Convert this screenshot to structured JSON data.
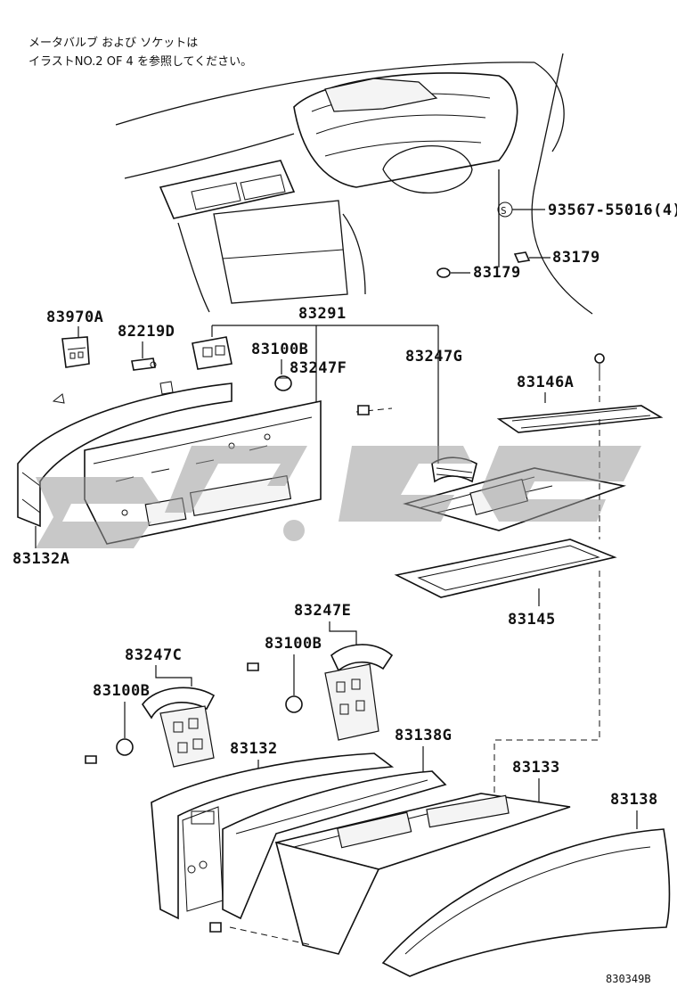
{
  "note": {
    "line1": "メータバルブ および ソケットは",
    "line2": "イラストNO.2 OF 4 を参照してください。"
  },
  "labels": {
    "p93567": "93567-55016(4)",
    "p83179_a": "83179",
    "p83179_b": "83179",
    "p83291": "83291",
    "p83970A": "83970A",
    "p82219D": "82219D",
    "p83100B_top": "83100B",
    "p83247F": "83247F",
    "p83247G": "83247G",
    "p83146A": "83146A",
    "p83132A": "83132A",
    "p83145": "83145",
    "p83247E": "83247E",
    "p83100B_mid": "83100B",
    "p83247C": "83247C",
    "p83100B_left": "83100B",
    "p83132": "83132",
    "p83138G": "83138G",
    "p83133": "83133",
    "p83138": "83138"
  },
  "symbol_s": "S",
  "figure_number": "830349B",
  "watermark_color": "#9a9a9a"
}
